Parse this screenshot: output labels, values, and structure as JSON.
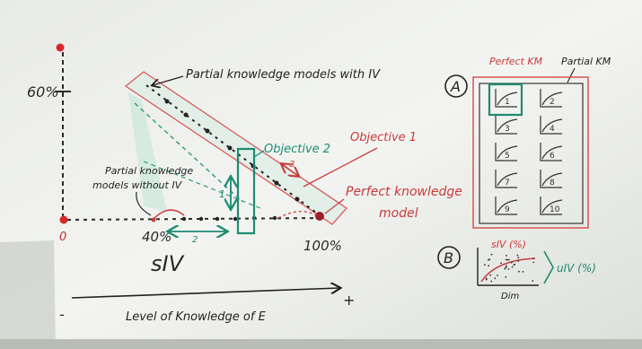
{
  "whiteboard": {
    "axis": {
      "y_tick_label": "60%",
      "origin_label": "0",
      "x_tick_40": "40%",
      "x_tick_100": "100%",
      "x_axis_label": "Level of Knowledge of E",
      "minus_sign": "-",
      "plus_sign": "+"
    },
    "annotations": {
      "partial_with_iv": "Partial knowledge models with IV",
      "partial_without_iv_line1": "Partial knowledge",
      "partial_without_iv_line2": "models without IV",
      "objective_1": "Objective 1",
      "objective_2": "Objective 2",
      "perfect_model_line1": "Perfect knowledge",
      "perfect_model_line2": "model",
      "siv": "sIV",
      "arrow_num_1": "1",
      "arrow_num_2": "2",
      "arrow_num_3": "3"
    },
    "panel_a": {
      "marker": "A",
      "perfect_km": "Perfect KM",
      "partial_km": "Partial KM",
      "cells": [
        "1",
        "2",
        "3",
        "4",
        "5",
        "6",
        "7",
        "8",
        "9",
        "10"
      ]
    },
    "panel_b": {
      "marker": "B",
      "scatter_title": "sIV (%)",
      "scatter_xlabel": "Dim",
      "uiv_label": "uIV (%)"
    }
  }
}
